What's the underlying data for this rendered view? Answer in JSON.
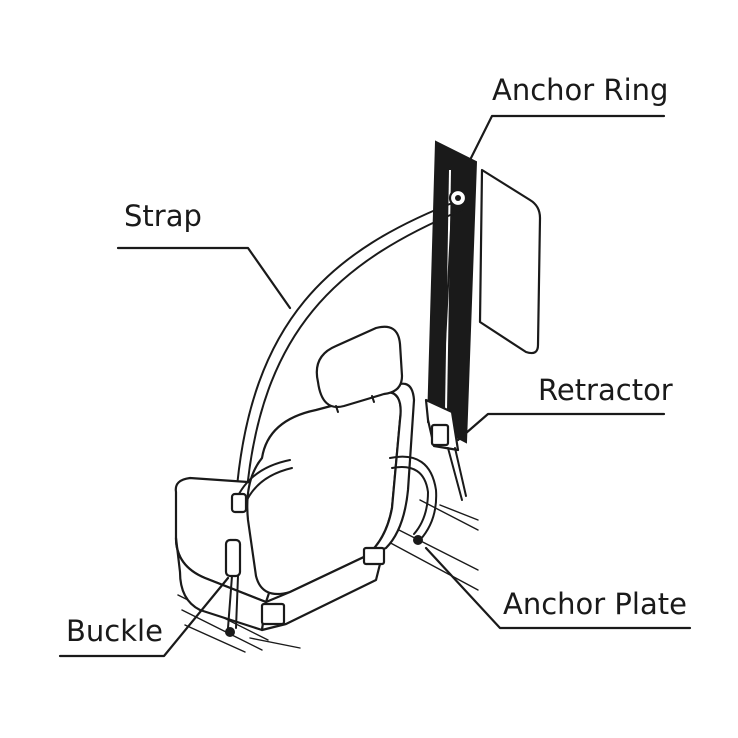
{
  "diagram": {
    "labels": {
      "anchor_ring": "Anchor Ring",
      "strap": "Strap",
      "retractor": "Retractor",
      "anchor_plate": "Anchor Plate",
      "buckle": "Buckle"
    }
  }
}
